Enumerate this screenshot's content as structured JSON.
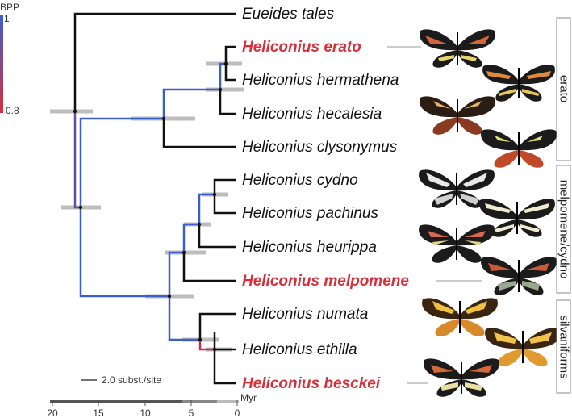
{
  "bpp_legend": {
    "title": "BPP",
    "max_label": "1",
    "min_label": "0.8",
    "color_high": "#3a5fcd",
    "color_low": "#d6303a"
  },
  "taxa": [
    {
      "name": "Eueides tales",
      "highlight": false
    },
    {
      "name": "Heliconius erato",
      "highlight": true
    },
    {
      "name": "Heliconius hermathena",
      "highlight": false
    },
    {
      "name": "Heliconius hecalesia",
      "highlight": false
    },
    {
      "name": "Heliconius clysonymus",
      "highlight": false
    },
    {
      "name": "Heliconius cydno",
      "highlight": false
    },
    {
      "name": "Heliconius pachinus",
      "highlight": false
    },
    {
      "name": "Heliconius heurippa",
      "highlight": false
    },
    {
      "name": "Heliconius melpomene",
      "highlight": true
    },
    {
      "name": "Heliconius numata",
      "highlight": false
    },
    {
      "name": "Heliconius ethilla",
      "highlight": false
    },
    {
      "name": "Heliconius besckei",
      "highlight": true
    }
  ],
  "clades": [
    "erato",
    "melpomene/cydno",
    "silvaniforms"
  ],
  "scale_bar": {
    "label": "2.0 subst./site"
  },
  "time_axis": {
    "unit": "Myr",
    "ticks": [
      "20",
      "15",
      "10",
      "5",
      "0"
    ]
  },
  "colors": {
    "highlight": "#d6303a",
    "branch": "#111111",
    "bpp_high": "#3a5fcd",
    "ci_bar": "#bdbdbd"
  }
}
